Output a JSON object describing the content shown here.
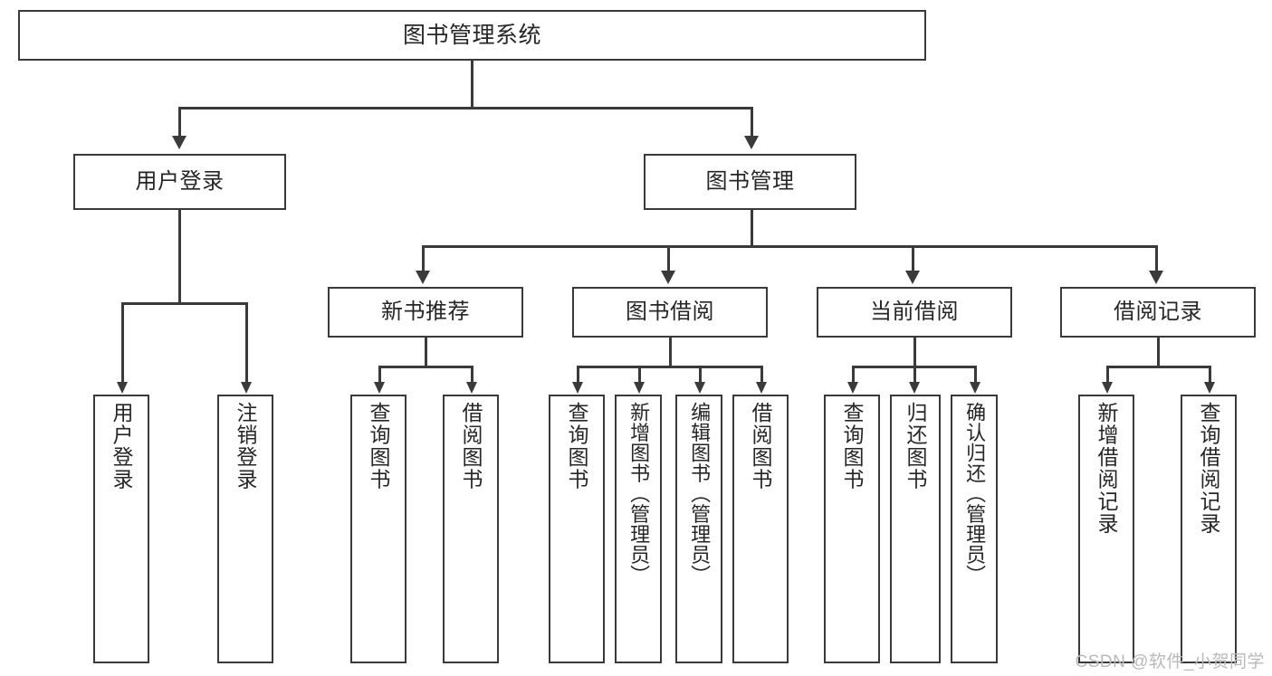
{
  "diagram": {
    "type": "tree",
    "title": "图书管理系统",
    "root": {
      "label": "图书管理系统"
    },
    "level2": [
      {
        "label": "用户登录"
      },
      {
        "label": "图书管理"
      }
    ],
    "level3": [
      {
        "label": "新书推荐"
      },
      {
        "label": "图书借阅"
      },
      {
        "label": "当前借阅"
      },
      {
        "label": "借阅记录"
      }
    ],
    "leaves": {
      "user_login": [
        {
          "label": "用户登录"
        },
        {
          "label": "注销登录"
        }
      ],
      "new_book_recommend": [
        {
          "label": "查询图书"
        },
        {
          "label": "借阅图书"
        }
      ],
      "book_borrow": [
        {
          "label": "查询图书"
        },
        {
          "label": "新增图书（管理员）"
        },
        {
          "label": "编辑图书（管理员）"
        },
        {
          "label": "借阅图书"
        }
      ],
      "current_borrow": [
        {
          "label": "查询图书"
        },
        {
          "label": "归还图书"
        },
        {
          "label": "确认归还（管理员）"
        }
      ],
      "borrow_record": [
        {
          "label": "新增借阅记录"
        },
        {
          "label": "查询借阅记录"
        }
      ]
    },
    "colors": {
      "stroke": "#3a3a3a",
      "fill": "#ffffff",
      "text": "#262626",
      "watermark": "#b9b9b9"
    }
  },
  "watermark": {
    "text": "CSDN @软件_小贺同学"
  }
}
